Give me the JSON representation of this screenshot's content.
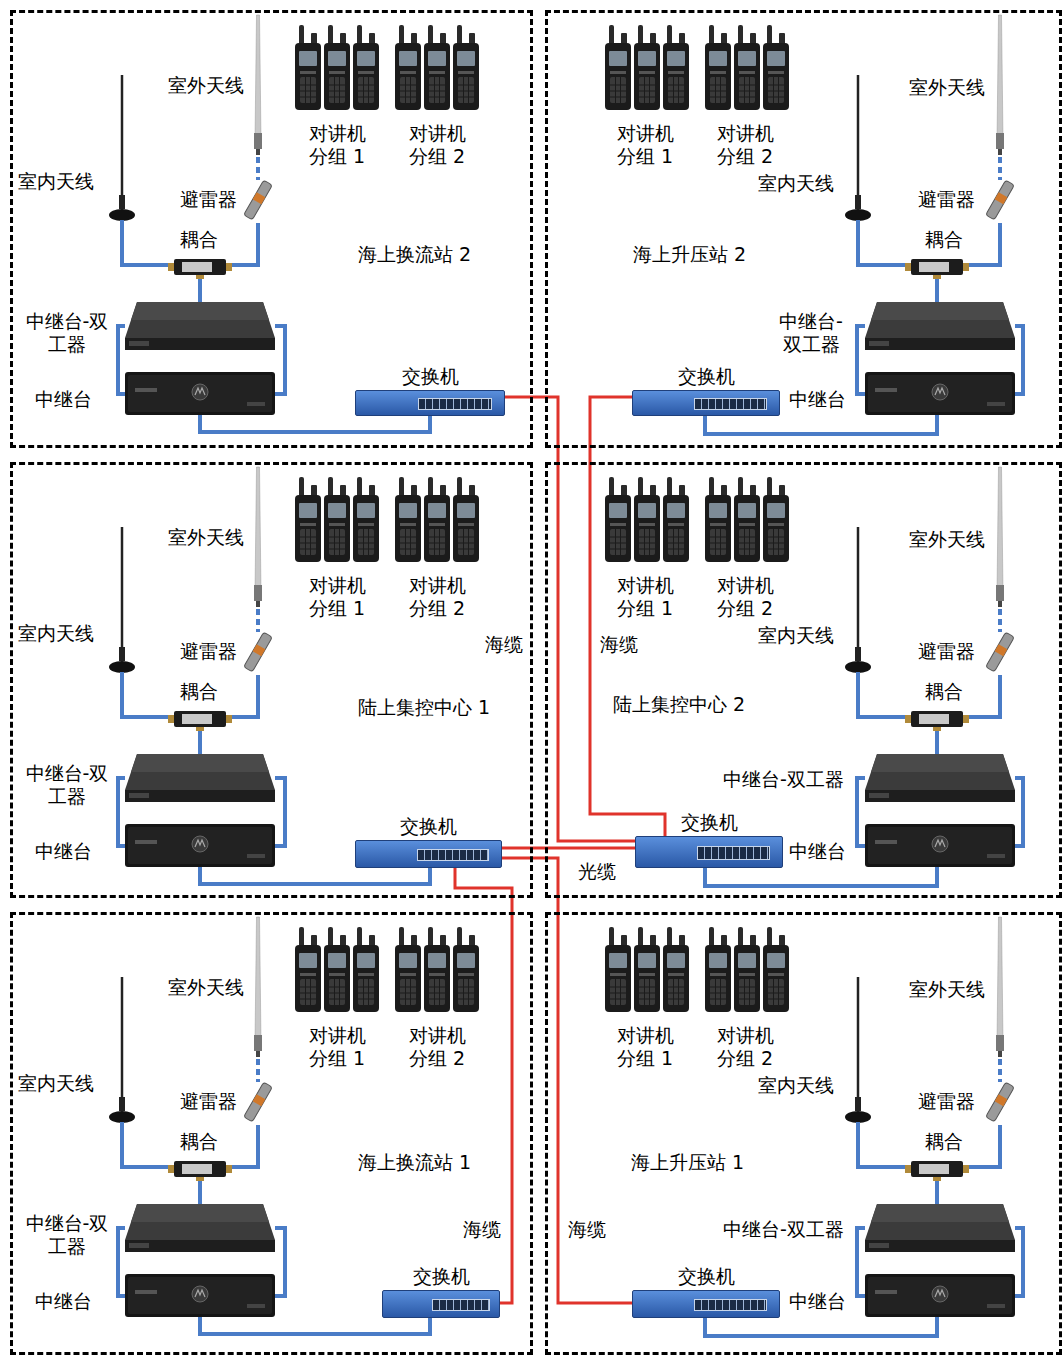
{
  "diagram": {
    "nodes": [
      {
        "text": [
          "海上换流站 2"
        ]
      },
      {
        "text": [
          "交换机"
        ],
        "in": 0
      },
      {
        "text": [
          "海上升压站 2"
        ]
      },
      {
        "text": [
          "交换机"
        ],
        "in": 2
      },
      {
        "text": [
          "陆上集控中心 1"
        ]
      },
      {
        "text": [
          "交换机"
        ],
        "in": 4
      },
      {
        "text": [
          "陆上集控中心 2"
        ]
      },
      {
        "text": [
          "交换机"
        ],
        "in": 6
      },
      {
        "text": [
          "海上换流站 1"
        ]
      },
      {
        "text": [
          "交换机"
        ],
        "in": 8
      },
      {
        "text": [
          "海上升压站 1"
        ]
      },
      {
        "text": [
          "交换机"
        ],
        "in": 10
      }
    ],
    "edges": [
      {
        "from": 1,
        "to": 7,
        "arrow": "none",
        "label": "海缆"
      },
      {
        "from": 3,
        "to": 7,
        "arrow": "none",
        "label": "海缆"
      },
      {
        "from": 5,
        "to": 7,
        "arrow": "none",
        "label": "光缆"
      },
      {
        "from": 5,
        "to": 9,
        "arrow": "none",
        "label": "海缆"
      },
      {
        "from": 5,
        "to": 11,
        "arrow": "none",
        "label": "海缆"
      }
    ],
    "labels": [
      "室外天线",
      "对讲机 分组 1",
      "对讲机 分组 2",
      "室内天线",
      "避雷器",
      "耦合",
      "中继台-双工器",
      "中继台",
      "室外天线",
      "对讲机 分组 1",
      "对讲机 分组 2",
      "室内天线",
      "避雷器",
      "耦合",
      "中继台-双工器",
      "中继台",
      "室外天线",
      "对讲机 分组 1",
      "对讲机 分组 2",
      "室内天线",
      "避雷器",
      "耦合",
      "中继台-双工器",
      "中继台",
      "室外天线",
      "对讲机 分组 1",
      "对讲机 分组 2",
      "室内天线",
      "避雷器",
      "耦合",
      "中继台-双工器",
      "中继台",
      "室外天线",
      "对讲机 分组 1",
      "对讲机 分组 2",
      "室内天线",
      "避雷器",
      "耦合",
      "中继台-双工器",
      "中继台",
      "室外天线",
      "对讲机 分组 1",
      "对讲机 分组 2",
      "室内天线",
      "避雷器",
      "耦合",
      "中继台-双工器",
      "中继台"
    ]
  }
}
